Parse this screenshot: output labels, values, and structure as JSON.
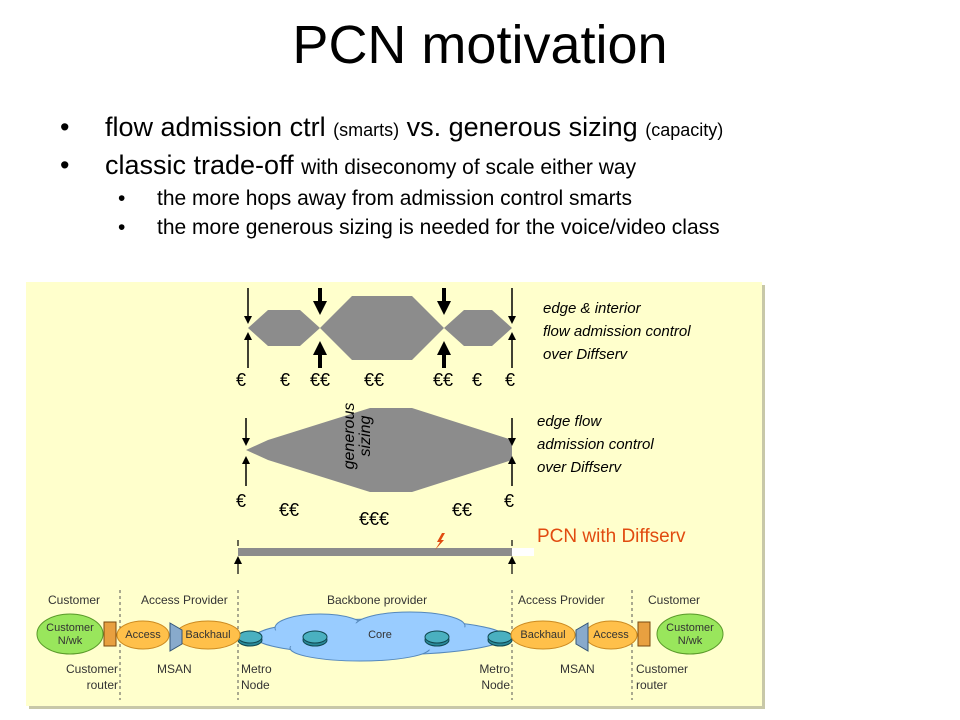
{
  "title": "PCN motivation",
  "bullets": [
    {
      "main": "flow admission ctrl",
      "small": "(smarts)",
      "mid": " vs. generous sizing",
      "small2": "(capacity)"
    },
    {
      "main": "classic trade-off",
      "rest": "with diseconomy of scale either way"
    }
  ],
  "subbullets": [
    "the more hops away from admission control smarts",
    "the more generous sizing is needed for the voice/video class"
  ],
  "diagram": {
    "row1_label": [
      "edge & interior",
      "flow admission control",
      "over Diffserv"
    ],
    "row2_label": [
      "edge flow",
      "admission control",
      "over Diffserv"
    ],
    "row3_label": "PCN with Diffserv",
    "generous_sizing": [
      "generous",
      "sizing"
    ],
    "row1_euros": [
      "€",
      "€",
      "€€",
      "€€",
      "€€",
      "€",
      "€"
    ],
    "row2_euros": [
      "€",
      "€€",
      "€€€",
      "€€",
      "€"
    ],
    "segments": {
      "customer_left": "Customer",
      "access_provider_left": "Access Provider",
      "backbone": "Backbone provider",
      "access_provider_right": "Access Provider",
      "customer_right": "Customer"
    },
    "nodes": {
      "customer_nwk": [
        "Customer",
        "N/wk"
      ],
      "access": "Access",
      "backhaul": "Backhaul",
      "core": "Core",
      "customer_router": [
        "Customer",
        "router"
      ],
      "msan": "MSAN",
      "metro_node": [
        "Metro",
        "Node"
      ]
    },
    "colors": {
      "panel": "#ffffcc",
      "hexagon": "#8c8c8c",
      "pcn_text": "#e14b10",
      "cloud_orange": "#ffc04a",
      "cloud_green": "#99e65c",
      "cloud_blue": "#99ccff"
    }
  }
}
